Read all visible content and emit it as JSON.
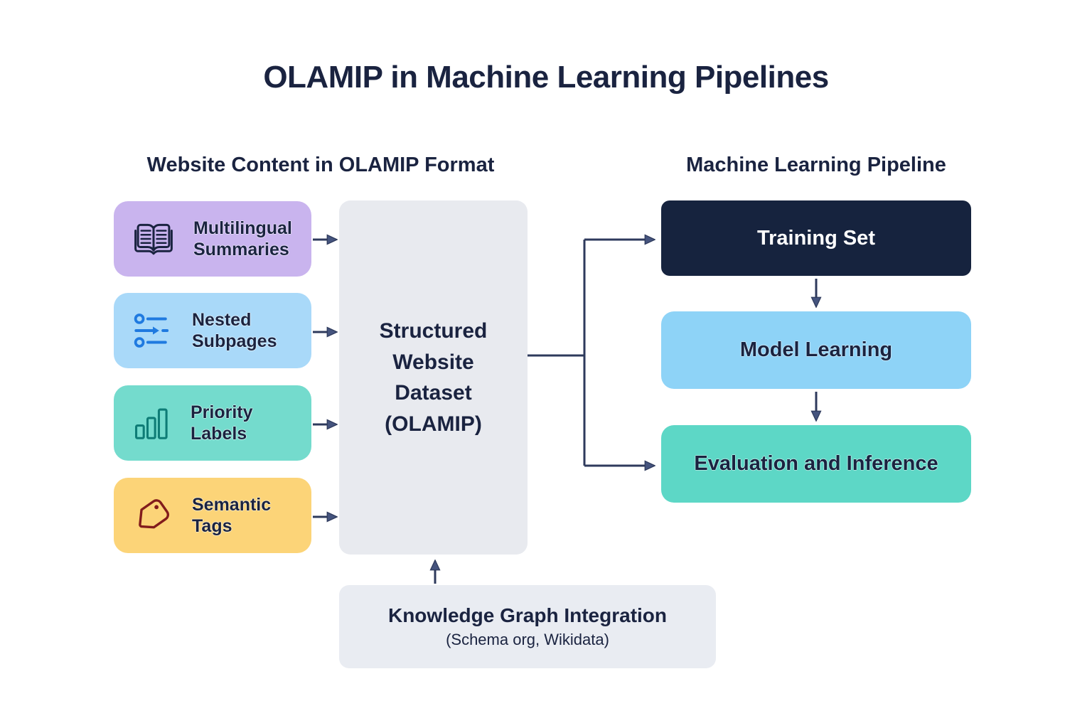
{
  "title": "OLAMIP in Machine Learning Pipelines",
  "left_section": {
    "heading": "Website Content in OLAMIP Format",
    "items": [
      {
        "label": "Multilingual Summaries",
        "icon": "open-book-icon",
        "bg": "#c9b4ee",
        "icon_color": "#1a2340"
      },
      {
        "label": "Nested Subpages",
        "icon": "nested-flow-icon",
        "bg": "#a9d9f9",
        "icon_color": "#1f7ae0"
      },
      {
        "label": "Priority Labels",
        "icon": "bar-chart-icon",
        "bg": "#74dbcd",
        "icon_color": "#0e7c76"
      },
      {
        "label": "Semantic Tags",
        "icon": "tag-icon",
        "bg": "#fcd478",
        "icon_color": "#821c1c"
      }
    ]
  },
  "center_node": {
    "label": "Structured Website Dataset (OLAMIP)",
    "bg": "#e8eaef"
  },
  "right_section": {
    "heading": "Machine Learning Pipeline",
    "stages": [
      {
        "label": "Training Set",
        "bg": "#16233e",
        "text": "#ffffff"
      },
      {
        "label": "Model Learning",
        "bg": "#8ed3f7",
        "text": "#1a2340"
      },
      {
        "label": "Evaluation and Inference",
        "bg": "#5dd7c6",
        "text": "#1a2340"
      }
    ]
  },
  "bottom_node": {
    "title": "Knowledge Graph Integration",
    "subtitle": "(Schema org, Wikidata)",
    "bg": "#e9ecf2"
  },
  "colors": {
    "arrow": "#2e3a5c",
    "heading_text": "#1a2340",
    "background": "#ffffff"
  }
}
